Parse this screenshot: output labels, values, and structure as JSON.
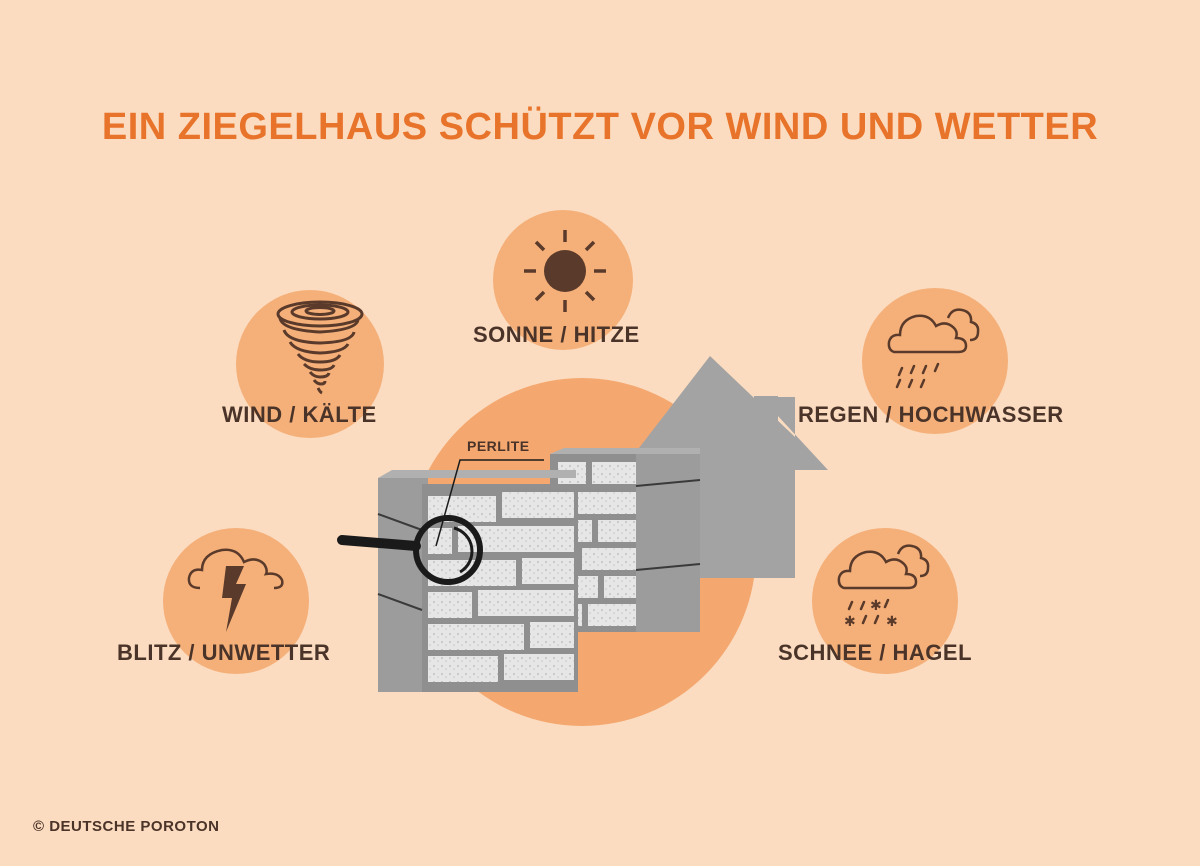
{
  "title": "EIN ZIEGELHAUS SCHÜTZT VOR WIND UND WETTER",
  "colors": {
    "background": "#fcdcc0",
    "title": "#e8732a",
    "circle": "#f5b07a",
    "big_circle": "#f4a870",
    "text_dark": "#4a3328",
    "house_gray": "#a3a3a3",
    "brick_gray": "#8c8c8c"
  },
  "hazards": [
    {
      "label": "SONNE / HITZE",
      "icon": "sun-icon"
    },
    {
      "label": "WIND / KÄLTE",
      "icon": "tornado-icon"
    },
    {
      "label": "REGEN / HOCHWASSER",
      "icon": "rain-cloud-icon"
    },
    {
      "label": "BLITZ / UNWETTER",
      "icon": "lightning-cloud-icon"
    },
    {
      "label": "SCHNEE / HAGEL",
      "icon": "snow-hail-cloud-icon"
    }
  ],
  "center": {
    "callout_label": "PERLITE",
    "illustration": "perlite-filled-brick-wall-with-magnifier-and-house"
  },
  "footer": {
    "copyright": "© DEUTSCHE POROTON"
  }
}
